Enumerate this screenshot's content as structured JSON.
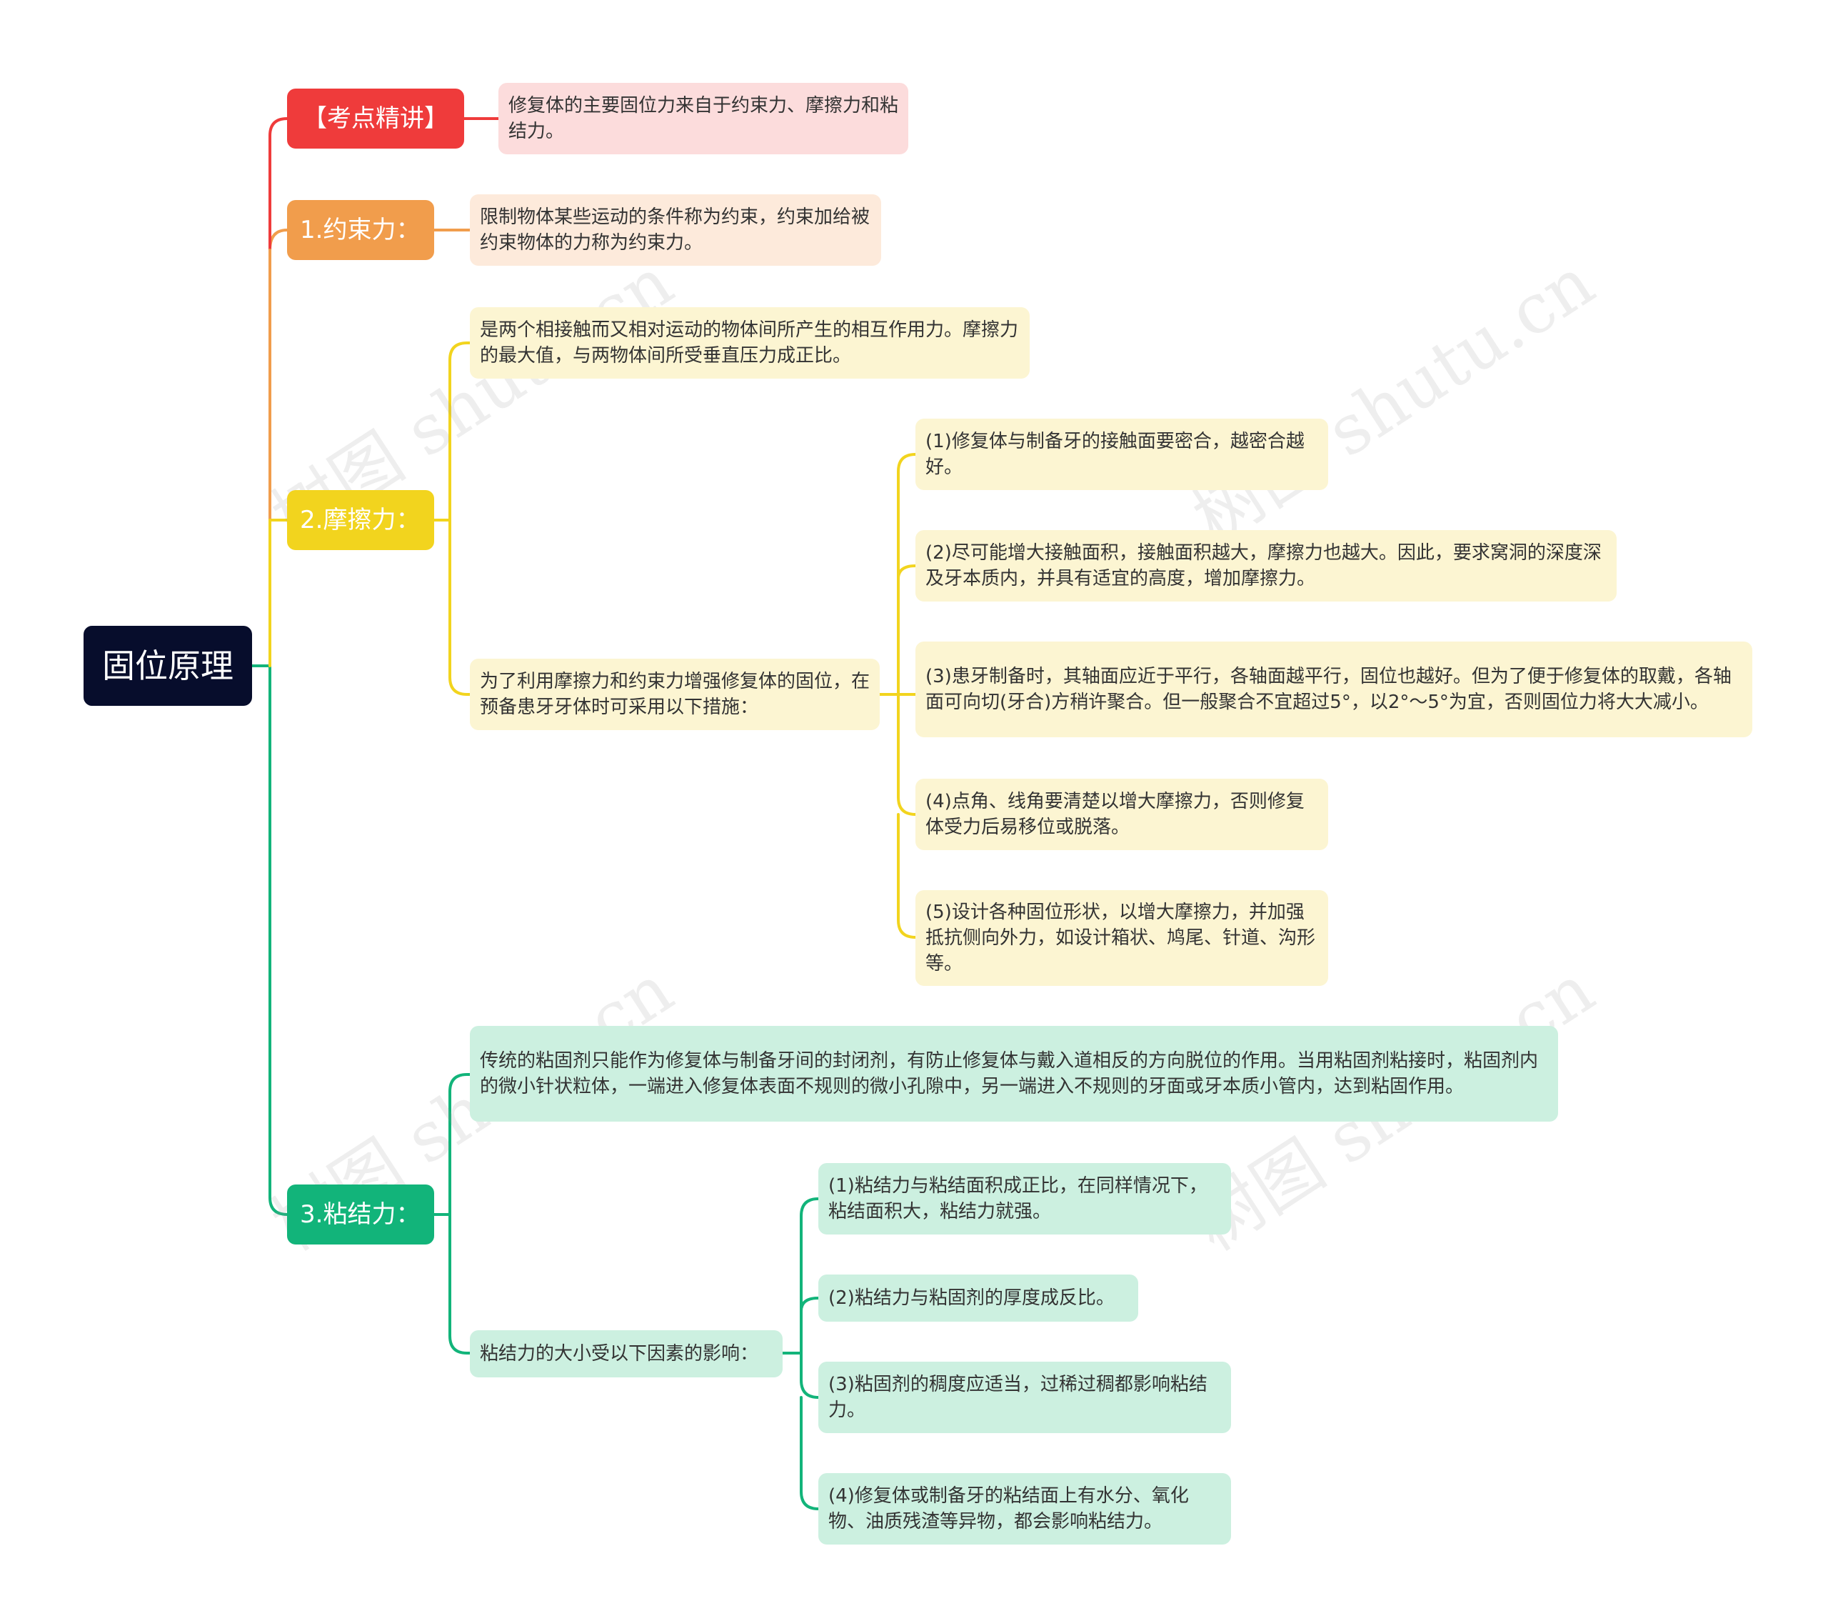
{
  "root": {
    "label": "固位原理"
  },
  "branches": [
    {
      "label": "【考点精讲】",
      "color": "#ef3b3b",
      "children": [
        {
          "text": "修复体的主要固位力来自于约束力、摩擦力和粘结力。"
        }
      ]
    },
    {
      "label": "1.约束力：",
      "color": "#f19d4c",
      "children": [
        {
          "text": "限制物体某些运动的条件称为约束，约束加给被约束物体的力称为约束力。"
        }
      ]
    },
    {
      "label": "2.摩擦力：",
      "color": "#f2d41e",
      "children": [
        {
          "text": "是两个相接触而又相对运动的物体间所产生的相互作用力。摩擦力的最大值，与两物体间所受垂直压力成正比。"
        },
        {
          "text": "为了利用摩擦力和约束力增强修复体的固位，在预备患牙牙体时可采用以下措施：",
          "children": [
            {
              "text": "(1)修复体与制备牙的接触面要密合，越密合越好。"
            },
            {
              "text": "(2)尽可能增大接触面积，接触面积越大，摩擦力也越大。因此，要求窝洞的深度深及牙本质内，并具有适宜的高度，增加摩擦力。"
            },
            {
              "text": "(3)患牙制备时，其轴面应近于平行，各轴面越平行，固位也越好。但为了便于修复体的取戴，各轴面可向切(牙合)方稍许聚合。但一般聚合不宜超过5°，以2°～5°为宜，否则固位力将大大减小。"
            },
            {
              "text": "(4)点角、线角要清楚以增大摩擦力，否则修复体受力后易移位或脱落。"
            },
            {
              "text": "(5)设计各种固位形状，以增大摩擦力，并加强抵抗侧向外力，如设计箱状、鸠尾、针道、沟形等。"
            }
          ]
        }
      ]
    },
    {
      "label": "3.粘结力：",
      "color": "#12b47a",
      "children": [
        {
          "text": "传统的粘固剂只能作为修复体与制备牙间的封闭剂，有防止修复体与戴入道相反的方向脱位的作用。当用粘固剂粘接时，粘固剂内的微小针状粒体，一端进入修复体表面不规则的微小孔隙中，另一端进入不规则的牙面或牙本质小管内，达到粘固作用。"
        },
        {
          "text": "粘结力的大小受以下因素的影响：",
          "children": [
            {
              "text": "(1)粘结力与粘结面积成正比，在同样情况下，粘结面积大，粘结力就强。"
            },
            {
              "text": "(2)粘结力与粘固剂的厚度成反比。"
            },
            {
              "text": "(3)粘固剂的稠度应适当，过稀过稠都影响粘结力。"
            },
            {
              "text": "(4)修复体或制备牙的粘结面上有水分、氧化物、油质残渣等异物，都会影响粘结力。"
            }
          ]
        }
      ]
    }
  ],
  "watermark": "树图 shutu.cn"
}
